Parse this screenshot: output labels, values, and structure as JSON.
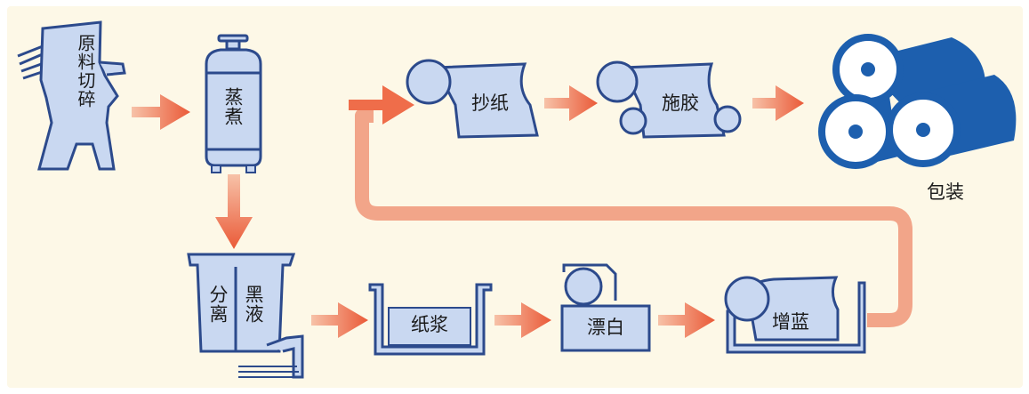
{
  "diagram": {
    "steps": {
      "cut": "原料切碎",
      "steam": "蒸煮",
      "separate": "分离",
      "black_liquor": "黑液",
      "pulp": "纸浆",
      "bleach": "漂白",
      "blue": "增蓝",
      "make": "抄纸",
      "size": "施胶",
      "pack": "包装"
    },
    "colors": {
      "background": "#fdf8e7",
      "machine_fill": "#c9d8f1",
      "machine_stroke": "#2c4a8c",
      "arrow": "#f07a57",
      "roll_blue": "#1d5fae"
    }
  }
}
